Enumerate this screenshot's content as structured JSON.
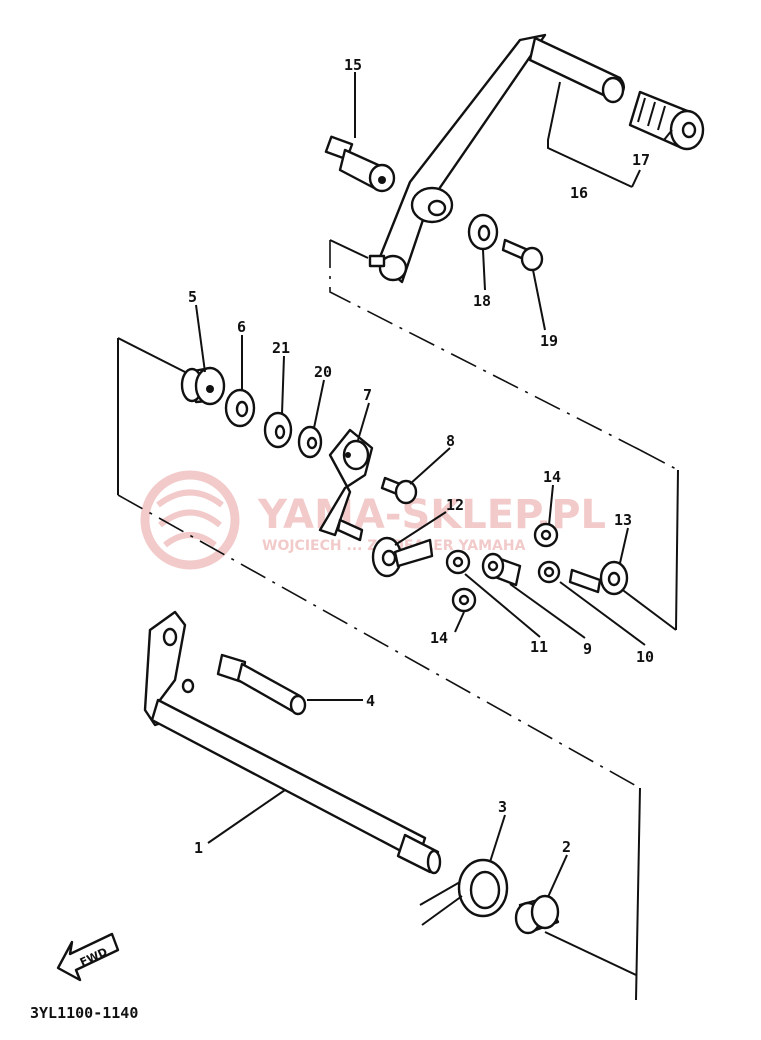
{
  "diagram": {
    "callouts": {
      "c1": "1",
      "c2": "2",
      "c3": "3",
      "c4": "4",
      "c5": "5",
      "c6": "6",
      "c7": "7",
      "c8": "8",
      "c9": "9",
      "c10": "10",
      "c11": "11",
      "c12": "12",
      "c13": "13",
      "c14a": "14",
      "c14b": "14",
      "c15": "15",
      "c16": "16",
      "c17": "17",
      "c18": "18",
      "c19": "19",
      "c20": "20",
      "c21": "21"
    },
    "fwd_label": "FWD",
    "diagram_code": "3YL1100-1140"
  },
  "watermark": {
    "title": "YAMA-SKLEP.PL",
    "subtitle": "WOJCIECH ... Z | DEALER YAMAHA",
    "color": "#e8a0a0"
  }
}
